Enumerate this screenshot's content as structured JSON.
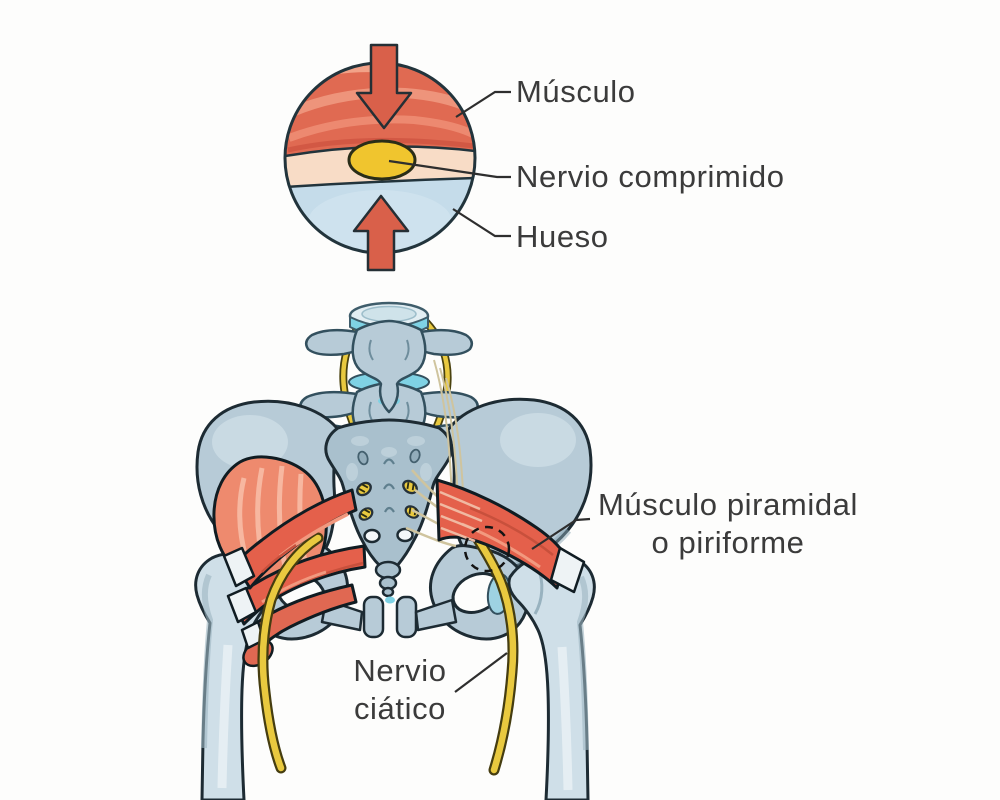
{
  "inset": {
    "labels": {
      "muscle": "Músculo",
      "compressed_nerve": "Nervio comprimido",
      "bone": "Hueso"
    }
  },
  "pelvis": {
    "labels": {
      "piriformis_line1": "Músculo piramidal",
      "piriformis_line2": "o piriforme",
      "sciatic_line1": "Nervio",
      "sciatic_line2": "ciático"
    }
  },
  "colors": {
    "muscle_red": "#e4604b",
    "muscle_light": "#ee8a6e",
    "arrow_red": "#d9604a",
    "band_peach": "#f8dcc6",
    "inset_bone_blue": "#c5dcea",
    "bone_gray": "#b7cbd7",
    "nerve_yellow": "#e9c93f",
    "disc_cyan": "#7fd2e4",
    "tendon_white": "#eef3f5",
    "outline_dark": "#1d2b33",
    "text": "#3b3b3b",
    "background": "#fdfdfc"
  }
}
